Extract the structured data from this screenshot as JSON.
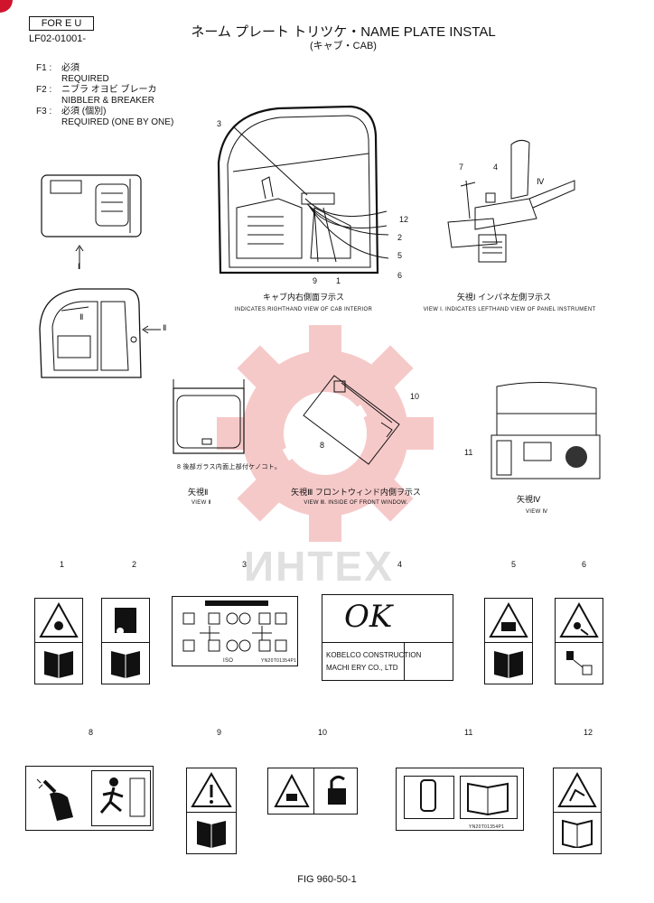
{
  "header": {
    "region_box": "FOR E U",
    "doc_number": "LF02-01001-",
    "title": "ネーム プレート トリツケ・NAME PLATE INSTAL",
    "subtitle": "(キャブ・CAB)"
  },
  "legend": [
    {
      "code": "F1 :",
      "jp": "必須",
      "en": "REQUIRED"
    },
    {
      "code": "F2 :",
      "jp": "ニブラ オヨビ ブレーカ",
      "en": "NIBBLER & BREAKER"
    },
    {
      "code": "F3 :",
      "jp": "必須 (個別)",
      "en": "REQUIRED (ONE BY ONE)"
    }
  ],
  "views": {
    "cab_interior": {
      "jp": "キャブ内右側面ヲ示ス",
      "en": "INDICATES RIGHTHAND VIEW OF CAB INTERIOR"
    },
    "view1": {
      "jp": "矢視Ⅰ インパネ左側ヲ示ス",
      "en": "VIEW I. INDICATES LEFTHAND VIEW OF PANEL INSTRUMENT"
    },
    "view2": {
      "jp": "矢視Ⅱ",
      "en": "VIEW Ⅱ"
    },
    "view3": {
      "jp": "矢視Ⅲ フロントウィンド内側ヲ示ス",
      "en": "VIEW Ⅲ. INSIDE OF FRONT WINDOW."
    },
    "view4": {
      "jp": "矢視Ⅳ",
      "en": "VIEW Ⅳ"
    },
    "view2_note": "8 後部ガラス内面上部付ケノコト。",
    "arrow_I": "I",
    "arrow_II": "Ⅱ",
    "arrow_IV": "Ⅳ"
  },
  "callouts": {
    "c3": "3",
    "c12": "12",
    "c2": "2",
    "c5": "5",
    "c6": "6",
    "c9": "9",
    "c1": "1",
    "c7": "7",
    "c4": "4",
    "c10": "10",
    "c8": "8",
    "c11": "11"
  },
  "decals": {
    "n1": "1",
    "n2": "2",
    "n3": "3",
    "n4": "4",
    "n5": "5",
    "n6": "6",
    "n8": "8",
    "n9": "9",
    "n10": "10",
    "n11": "11",
    "n12": "12",
    "d3_iso": "ISO",
    "d3_code": "YN20T01354P1",
    "d4_sign": "OK",
    "d4_line1": "KOBELCO CONSTRUCTION",
    "d4_line2": "MACHI ERY CO., LTD",
    "d11_code": "YN20T01354P1"
  },
  "watermark": "ИНТЕХ",
  "footer": {
    "figure": "FIG 960-50-1"
  },
  "colors": {
    "watermark_red": "#f3b6b6",
    "accent_red": "#d0142c"
  }
}
